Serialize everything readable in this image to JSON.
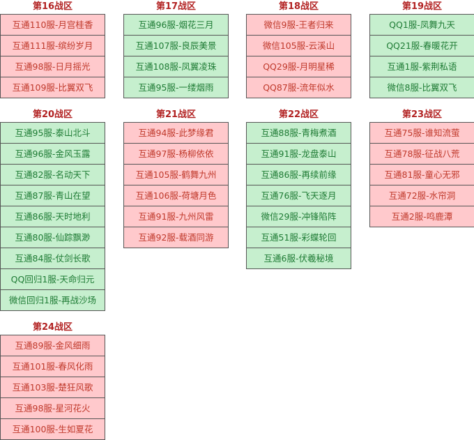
{
  "zones": [
    {
      "title": "第16战区",
      "color": "red",
      "servers": [
        "互通110服-月宫桂香",
        "互通111服-缤纷岁月",
        "互通98服-日月摇光",
        "互通109服-比翼双飞"
      ]
    },
    {
      "title": "第17战区",
      "color": "green",
      "servers": [
        "互通96服-烟花三月",
        "互通107服-良辰美景",
        "互通108服-凤翼凌珠",
        "互通95服-一缕烟雨"
      ]
    },
    {
      "title": "第18战区",
      "color": "red",
      "servers": [
        "微信9服-王者归来",
        "微信105服-云溪山",
        "QQ29服-月明星稀",
        "QQ87服-流年似水"
      ]
    },
    {
      "title": "第19战区",
      "color": "green",
      "servers": [
        "QQ1服-凤舞九天",
        "QQ21服-春暖花开",
        "互通1服-紫荆私语",
        "微信8服-比翼双飞"
      ]
    },
    {
      "title": "第20战区",
      "color": "green",
      "servers": [
        "互通95服-泰山北斗",
        "互通96服-金风玉露",
        "互通82服-名动天下",
        "互通87服-青山在望",
        "互通86服-天时地利",
        "互通80服-仙踪飘渺",
        "互通84服-仗剑长歌",
        "QQ回归1服-天命归元",
        "微信回归1服-再战沙场"
      ]
    },
    {
      "title": "第21战区",
      "color": "red",
      "servers": [
        "互通94服-此梦缘君",
        "互通97服-杨柳依依",
        "互通105服-鹤舞九州",
        "互通106服-荷塘月色",
        "互通91服-九州风雷",
        "互通92服-载酒同游"
      ]
    },
    {
      "title": "第22战区",
      "color": "green",
      "servers": [
        "互通88服-青梅煮酒",
        "互通91服-龙盘泰山",
        "互通86服-再续前缘",
        "互通76服-飞天逐月",
        "微信29服-冲锋陷阵",
        "互通51服-彩蝶轮回",
        "互通6服-伏羲秘境"
      ]
    },
    {
      "title": "第23战区",
      "color": "red",
      "servers": [
        "互通75服-谁知流萤",
        "互通78服-征战八荒",
        "互通81服-童心无邪",
        "互通72服-水帘洞",
        "互通2服-鸣鹿潭"
      ]
    },
    {
      "title": "第24战区",
      "color": "red",
      "servers": [
        "互通89服-金风细雨",
        "互通101服-春风化雨",
        "互通103服-楚狂风歌",
        "互通98服-星河花火",
        "互通100服-生如夏花"
      ]
    }
  ]
}
